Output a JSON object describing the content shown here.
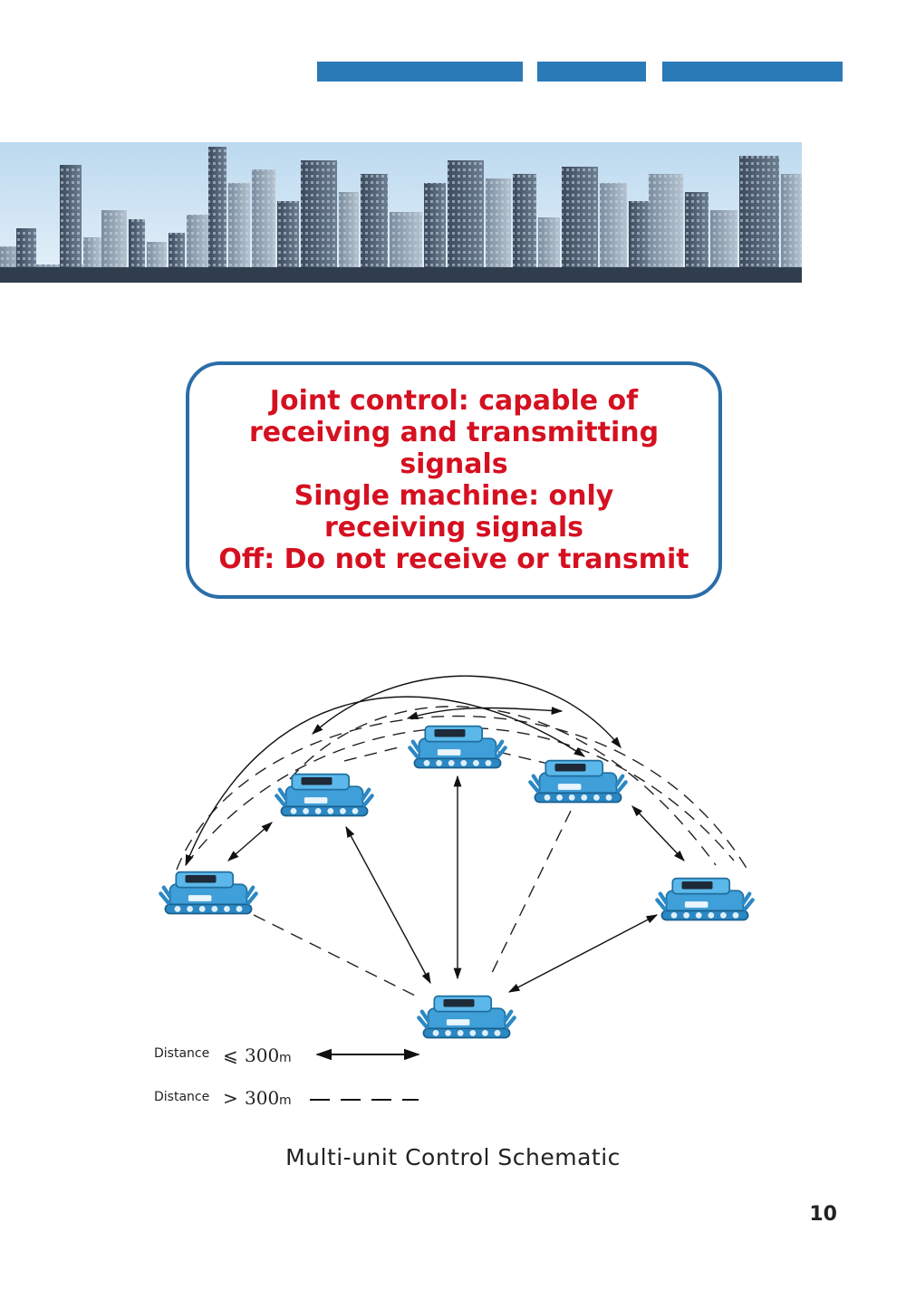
{
  "info_box": {
    "lines": [
      "Joint control: capable of",
      "receiving and transmitting",
      "signals",
      "Single machine: only",
      "receiving signals",
      "Off: Do not receive or transmit"
    ]
  },
  "legend": {
    "within": {
      "label": "Distance",
      "symbol": "⩽",
      "value": "300",
      "unit": "m"
    },
    "beyond": {
      "label": "Distance",
      "symbol": ">",
      "value": "300",
      "unit": "m"
    }
  },
  "caption": "Multi-unit Control Schematic",
  "page_number": "10",
  "colors": {
    "accent_bar": "#2a7ab8",
    "box_border": "#2a6ea8",
    "box_text": "#d51020",
    "robot_body": "#4aa6dc"
  }
}
